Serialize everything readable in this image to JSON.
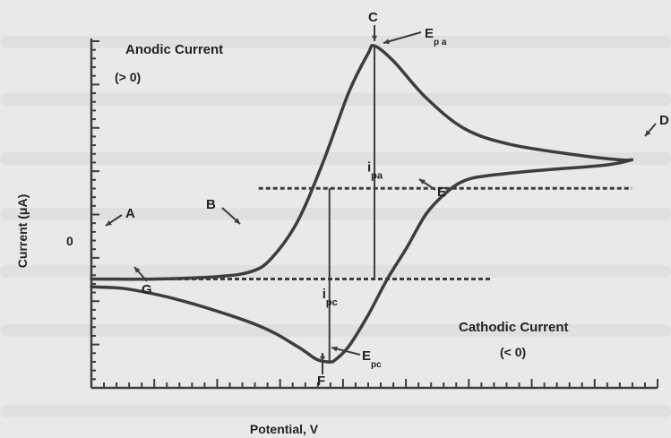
{
  "chart_data": {
    "type": "line",
    "title": "",
    "xlabel": "Potential, V",
    "ylabel": "Current (μA)",
    "zero_label": "0",
    "grid": false,
    "series": [
      {
        "points": [
          [
            0.0,
            0.0
          ],
          [
            0.1,
            0.0
          ],
          [
            0.2,
            0.01
          ],
          [
            0.25,
            0.03
          ],
          [
            0.28,
            0.08
          ],
          [
            0.32,
            0.22
          ],
          [
            0.36,
            0.45
          ],
          [
            0.4,
            0.72
          ],
          [
            0.43,
            0.87
          ],
          [
            0.44,
            0.9
          ],
          [
            0.47,
            0.84
          ],
          [
            0.52,
            0.7
          ],
          [
            0.58,
            0.58
          ],
          [
            0.65,
            0.52
          ],
          [
            0.75,
            0.48
          ],
          [
            0.82,
            0.46
          ],
          [
            0.84,
            0.46
          ]
        ]
      },
      {
        "points": [
          [
            0.84,
            0.46
          ],
          [
            0.8,
            0.44
          ],
          [
            0.7,
            0.42
          ],
          [
            0.62,
            0.4
          ],
          [
            0.58,
            0.38
          ],
          [
            0.55,
            0.33
          ],
          [
            0.52,
            0.25
          ],
          [
            0.49,
            0.12
          ],
          [
            0.46,
            0.0
          ],
          [
            0.43,
            -0.14
          ],
          [
            0.4,
            -0.26
          ],
          [
            0.38,
            -0.31
          ],
          [
            0.37,
            -0.32
          ],
          [
            0.35,
            -0.31
          ],
          [
            0.32,
            -0.26
          ],
          [
            0.26,
            -0.18
          ],
          [
            0.15,
            -0.09
          ],
          [
            0.06,
            -0.04
          ],
          [
            0.0,
            -0.03
          ]
        ]
      }
    ],
    "baselines": [
      {
        "x_start": 0.0,
        "x_end": 0.62,
        "y": 0.0
      },
      {
        "x_start": 0.26,
        "x_end": 0.84,
        "y": 0.35
      }
    ],
    "markers": [
      {
        "x": 0.37,
        "y_from": -0.32,
        "y_to": 0.35,
        "label": "i",
        "sub": "pc"
      },
      {
        "x": 0.44,
        "y_from": 0.0,
        "y_to": 0.9,
        "label": "i",
        "sub": "pa"
      }
    ],
    "xlim": [
      0,
      0.88
    ],
    "ylim": [
      -0.42,
      0.98
    ],
    "annotations": {
      "anodic": "Anodic Current",
      "anodic_sign": "(> 0)",
      "cathodic": "Cathodic Current",
      "cathodic_sign": "(< 0)",
      "A": "A",
      "B": "B",
      "C": "C",
      "D": "D",
      "E": "E",
      "F": "F",
      "G": "G",
      "epa": "E",
      "epa_sub": "p a",
      "epc": "E",
      "epc_sub": "pc"
    }
  }
}
